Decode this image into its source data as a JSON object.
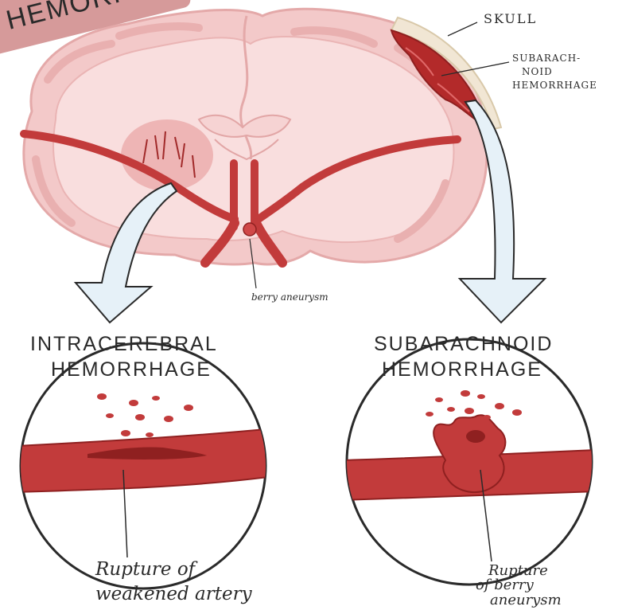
{
  "title": {
    "text": "HEMORRHAGE"
  },
  "labels": {
    "skull": "SKULL",
    "subarachnoid_top_1": "SUBARACH-",
    "subarachnoid_top_2": "NOID",
    "subarachnoid_top_3": "HEMORRHAGE",
    "berry_aneurysm": "berry aneurysm",
    "intracerebral_heading_1": "INTRACEREBRAL",
    "intracerebral_heading_2": "HEMORRHAGE",
    "subarachnoid_heading_1": "SUBARACHNOID",
    "subarachnoid_heading_2": "HEMORRHAGE",
    "left_caption_1": "Rupture of",
    "left_caption_2": "weakened artery",
    "right_caption_1": "Rupture",
    "right_caption_2": "of berry",
    "right_caption_3": "aneurysm"
  },
  "colors": {
    "brain_outer": "#f3c9c9",
    "brain_inner": "#f9dede",
    "artery": "#c23b3b",
    "artery_dark": "#8f2020",
    "blood": "#b32a2a",
    "skull": "#f1e6d4",
    "arrow_fill": "#e6f1f8",
    "outline": "#2a2a2a"
  }
}
